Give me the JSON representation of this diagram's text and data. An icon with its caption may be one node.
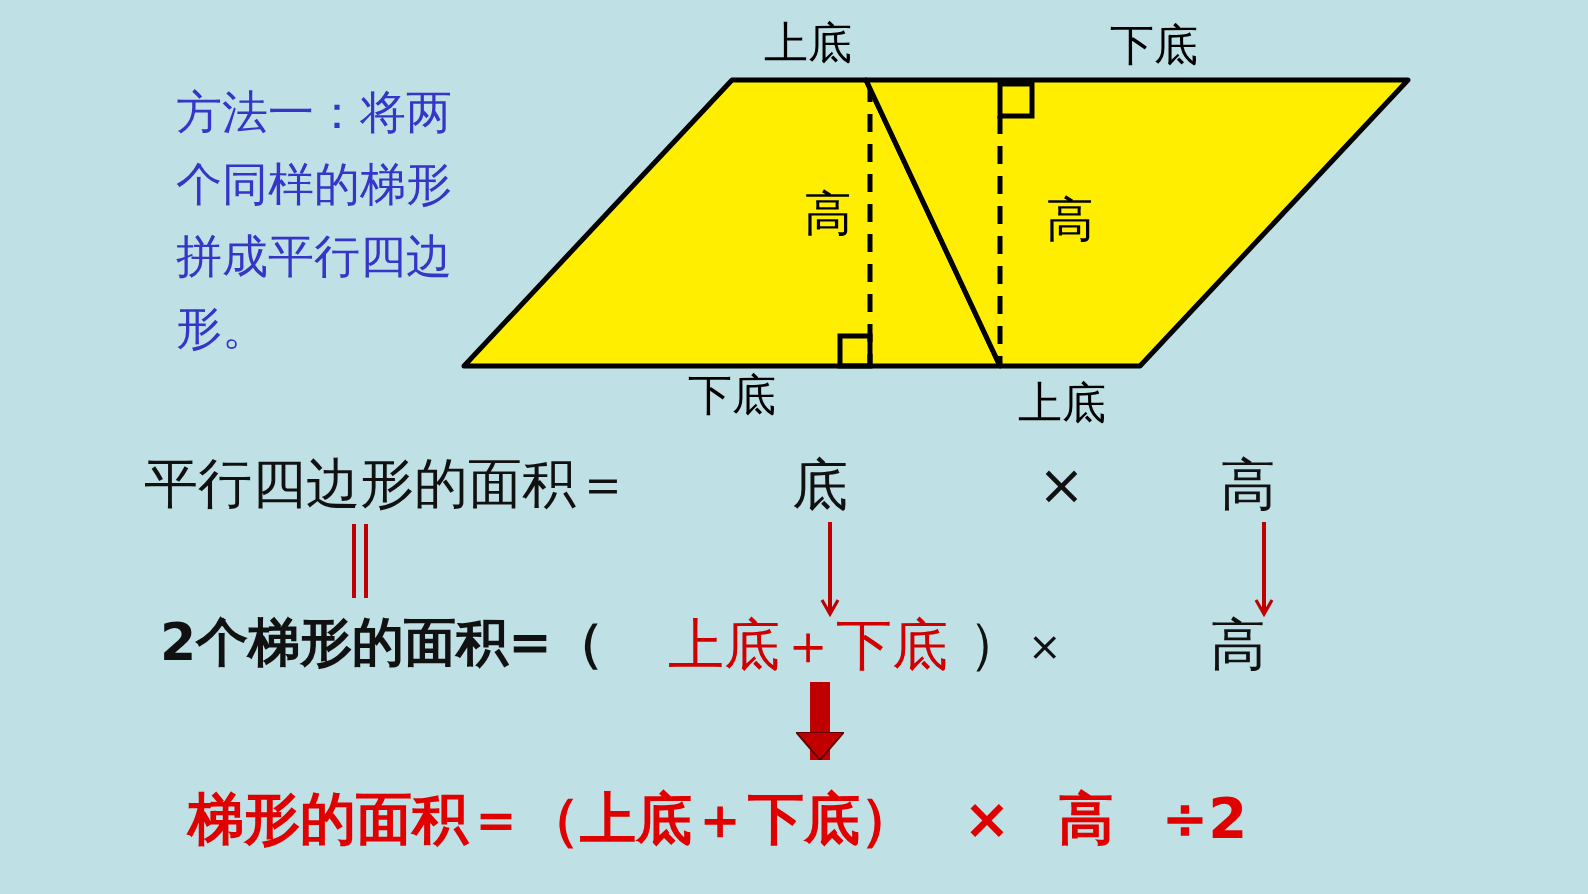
{
  "diagram": {
    "nodes": [
      {
        "text": [
          "高"
        ],
        "beside": [
          "上底",
          "下底"
        ]
      },
      {
        "text": [
          "高"
        ],
        "beside": [
          "下底",
          "上底"
        ]
      },
      {
        "text": [
          "平行四边形的面积＝"
        ]
      },
      {
        "text": [
          "底"
        ]
      },
      {
        "text": [
          "高"
        ]
      },
      {
        "text": [
          "2个梯形的面积=（"
        ]
      },
      {
        "text": [
          "上底＋下底"
        ]
      },
      {
        "text": [
          "高"
        ]
      },
      {
        "text": [
          "梯形的面积＝（上底＋下底） × 高 ÷2"
        ]
      }
    ],
    "edges": [
      {
        "from": 2,
        "to": 5,
        "arrow": "none"
      },
      {
        "from": 3,
        "to": 6,
        "arrow": "to"
      },
      {
        "from": 4,
        "to": 7,
        "arrow": "to"
      },
      {
        "from": 6,
        "to": 8,
        "arrow": "to",
        "style": "thick"
      }
    ],
    "labels": [
      "方法一：将两个同样的梯形拼成平行四边形。",
      "×",
      "）",
      "×"
    ]
  }
}
